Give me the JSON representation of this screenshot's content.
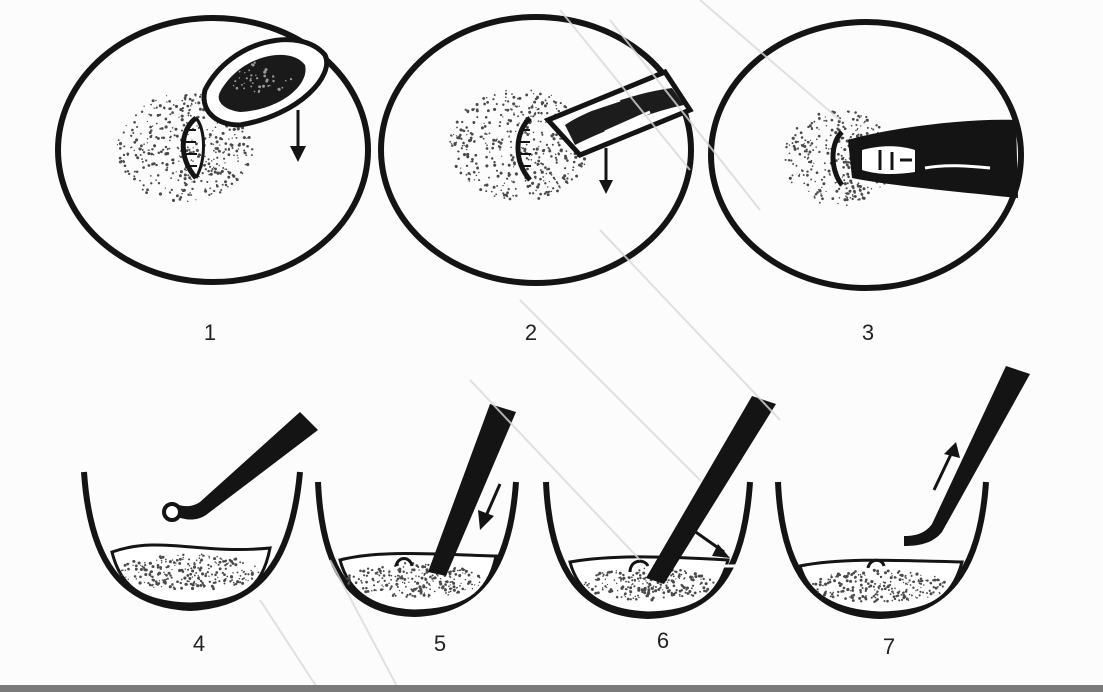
{
  "figure": {
    "panel_labels": [
      "1",
      "2",
      "3",
      "4",
      "5",
      "6",
      "7"
    ]
  },
  "colors": {
    "ink": "#141414",
    "speckle": "#4a4a4a",
    "background": "#fcfcfc",
    "bottom_bar": "#7a7a7a"
  }
}
